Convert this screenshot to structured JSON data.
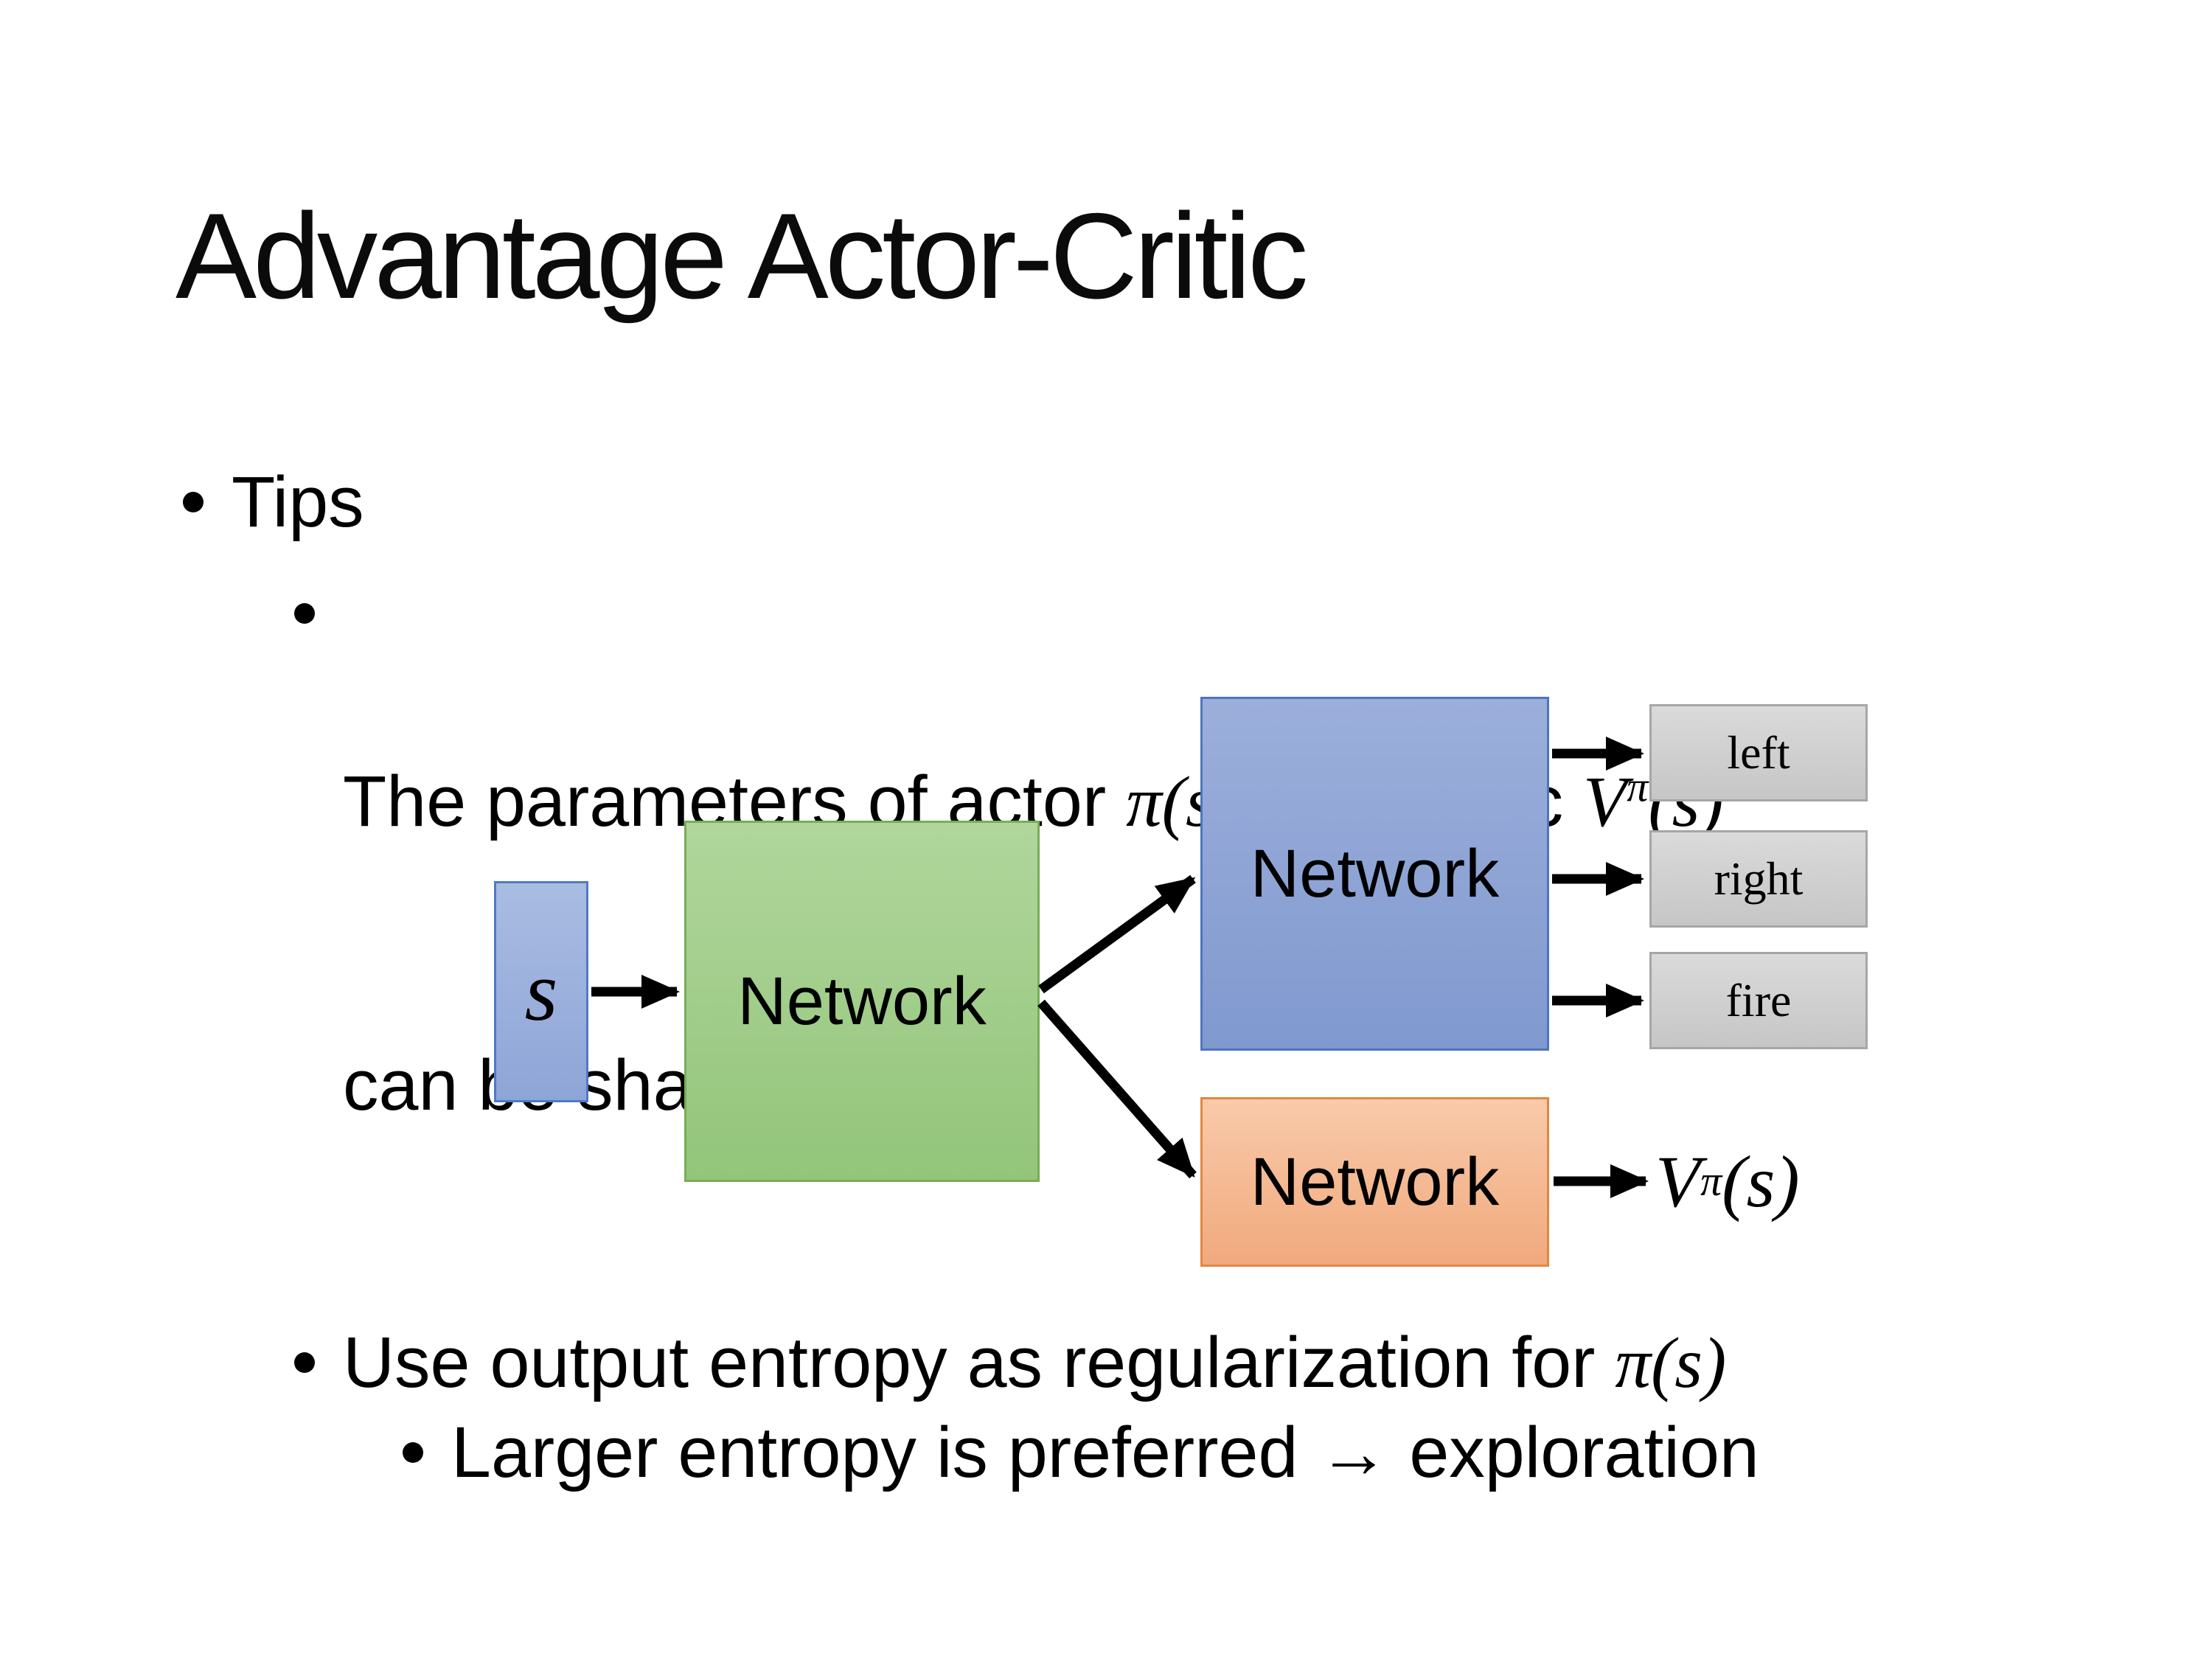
{
  "colors": {
    "input_border": "#4f79c7",
    "input_fill_top": "#a9bce2",
    "input_fill_bottom": "#8ea5d7",
    "shared_border": "#77ad58",
    "shared_fill_top": "#b0d69c",
    "shared_fill_bottom": "#93c57a",
    "actor_border": "#4d76c0",
    "actor_fill_top": "#9cafdb",
    "actor_fill_bottom": "#8099cf",
    "critic_border": "#e2873f",
    "critic_fill_top": "#f8caaa",
    "critic_fill_bottom": "#f1a97d",
    "action_border": "#a6a6a6",
    "action_fill_top": "#dadada",
    "action_fill_bottom": "#c6c6c6",
    "arrow": "#000000"
  },
  "slide": {
    "title": "Advantage Actor-Critic",
    "bullets": {
      "tips": "Tips",
      "param": {
        "text1": "The parameters of actor ",
        "math1": "π(s)",
        "text2": "  and critic ",
        "v": "V",
        "v_sup": "π",
        "v_args": "(s)",
        "line2": "can be shared"
      },
      "entropy": {
        "text1": "Use output entropy as regularization for ",
        "math1": "π(s)"
      },
      "larger": "Larger entropy is preferred → exploration"
    },
    "diagram": {
      "input_label": "s",
      "shared_network_label": "Network",
      "actor_network_label": "Network",
      "critic_network_label": "Network",
      "actions": [
        "left",
        "right",
        "fire"
      ],
      "value_output": {
        "v": "V",
        "sup": "π",
        "args": "(s)"
      }
    }
  }
}
